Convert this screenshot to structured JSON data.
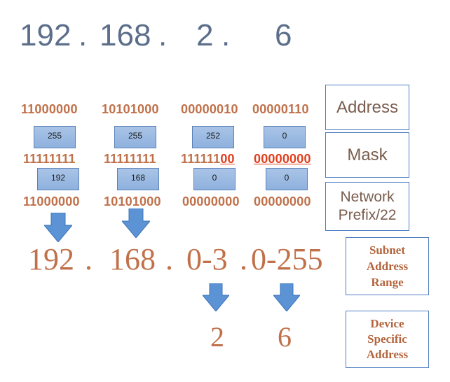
{
  "top_address": {
    "octet1": "192",
    "dot1": ".",
    "octet2": "168",
    "dot2": ".",
    "octet3": "2",
    "dot3": ".",
    "octet4": "6"
  },
  "address_binary": [
    "11000000",
    "10101000",
    "00000010",
    "00000110"
  ],
  "mask_decimal": [
    "255",
    "255",
    "252",
    "0"
  ],
  "mask_binary": {
    "b1": "11111111",
    "b2": "11111111",
    "b3_ones": "111111",
    "b3_zeros": "00",
    "b4": "00000000"
  },
  "prefix_decimal": [
    "192",
    "168",
    "0",
    "0"
  ],
  "prefix_binary": [
    "11000000",
    "10101000",
    "00000000",
    "00000000"
  ],
  "range": {
    "part1": "192",
    "dot1": ".",
    "part2": "168",
    "dot2": ".",
    "part3": "0-3",
    "dot3": ".",
    "part4": "0-255"
  },
  "device": {
    "octet3": "2",
    "octet4": "6"
  },
  "labels": {
    "address": "Address",
    "mask": "Mask",
    "network_prefix_line1": "Network",
    "network_prefix_line2": "Prefix/22",
    "subnet_line1": "Subnet",
    "subnet_line2": "Address",
    "subnet_line3": "Range",
    "device_line1": "Device",
    "device_line2": "Specific",
    "device_line3": "Address"
  },
  "colors": {
    "binary_text": "#c0714a",
    "highlight": "#e0401f",
    "top_text": "#5b6e8a",
    "box_fill": "#9cbbe3",
    "arrow_fill": "#5b93d4"
  }
}
